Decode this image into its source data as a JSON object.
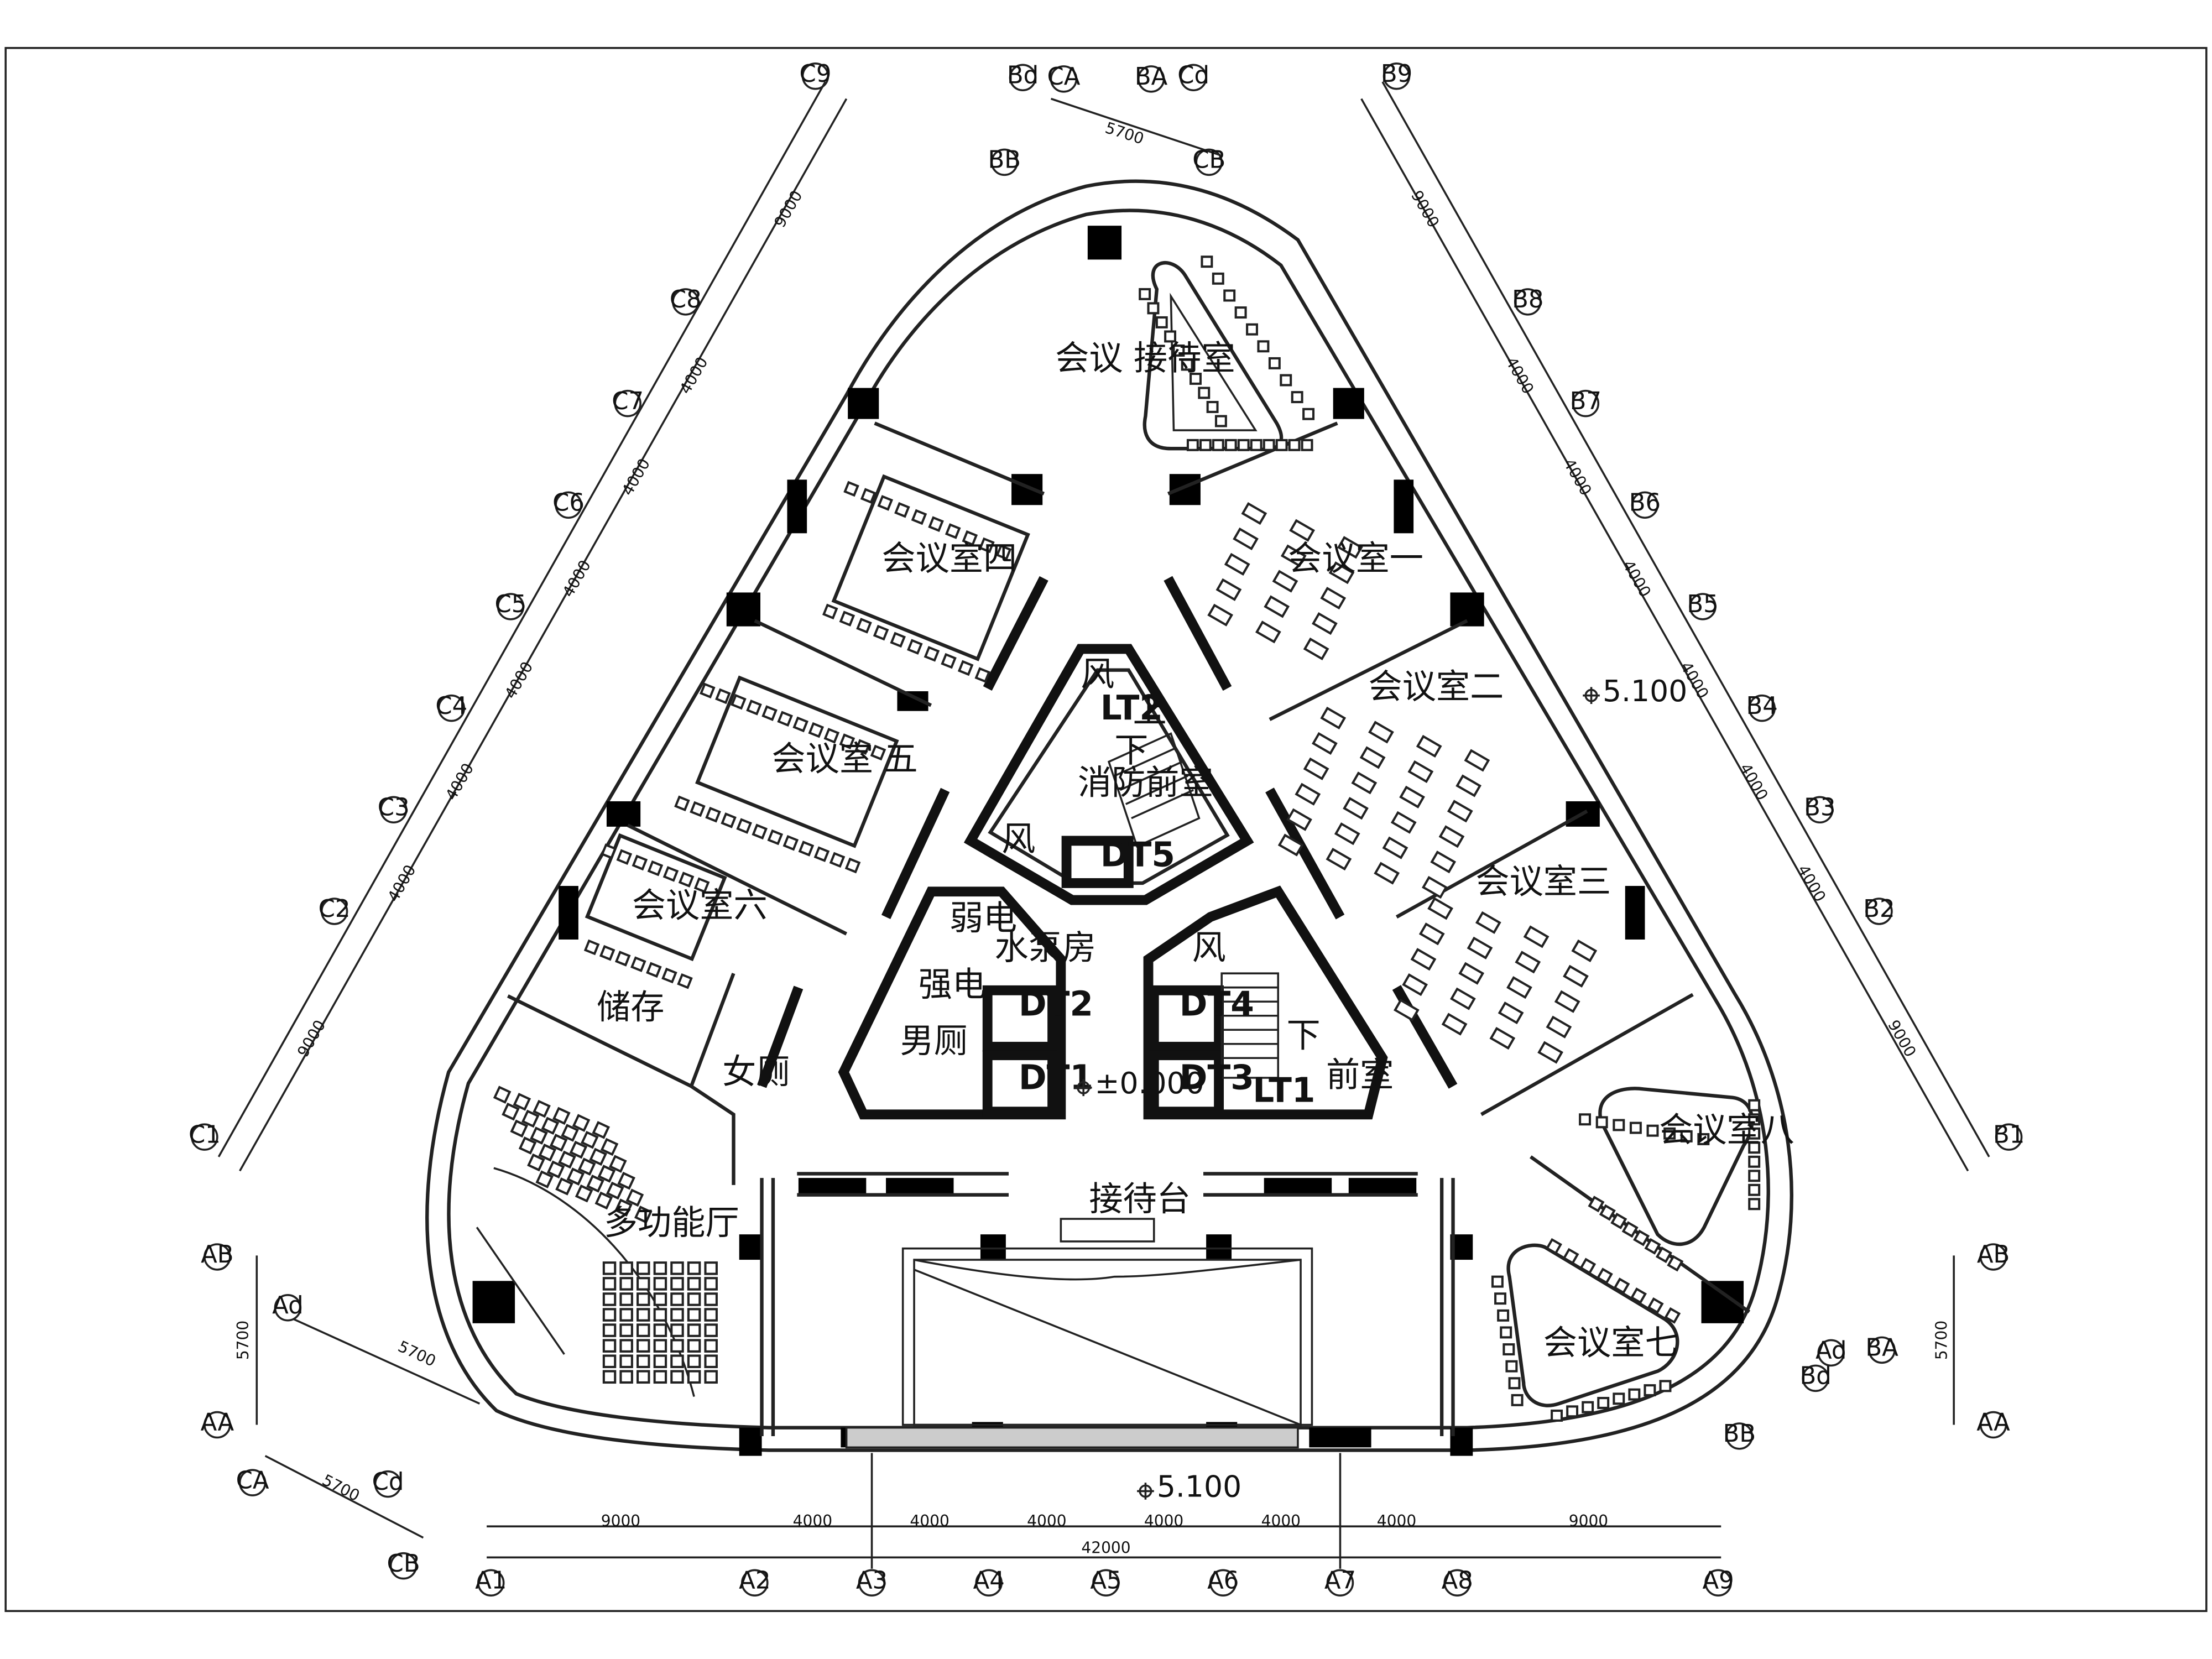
{
  "plan": {
    "rooms": {
      "reception_meeting": "会议 接待室",
      "meeting_1": "会议室一",
      "meeting_2": "会议室二",
      "meeting_3": "会议室三",
      "meeting_4": "会议室四",
      "meeting_5": "会议室 五",
      "meeting_6": "会议室六",
      "meeting_7": "会议室七",
      "meeting_8": "会议室八",
      "storage": "储存",
      "multifunction_hall": "多功能厅",
      "reception_desk": "接待台",
      "fire_lobby": "消防前室",
      "weak_current": "弱电",
      "strong_current": "强电",
      "pump_room": "水泵房",
      "mens_wc": "男厕",
      "womens_wc": "女厕",
      "front_room": "前室",
      "wind_1": "风",
      "wind_2": "风",
      "wind_3": "风",
      "up_1": "上",
      "down_1": "下",
      "down_2": "下"
    },
    "lifts": {
      "lt2": "LT2",
      "lt1": "LT1",
      "dt1": "DT1",
      "dt2": "DT2",
      "dt3": "DT3",
      "dt4": "DT4",
      "dt5": "DT5"
    },
    "elevations": {
      "center": "±0.000",
      "right": "5.100",
      "bottom": "5.100"
    },
    "axes": {
      "bottom": [
        "A1",
        "A2",
        "A3",
        "A4",
        "A5",
        "A6",
        "A7",
        "A8",
        "A9"
      ],
      "left": [
        "C1",
        "C2",
        "C3",
        "C4",
        "C5",
        "C6",
        "C7",
        "C8",
        "C9"
      ],
      "right": [
        "B1",
        "B2",
        "B3",
        "B4",
        "B5",
        "B6",
        "B7",
        "B8",
        "B9"
      ],
      "top": [
        "BB",
        "Bd",
        "CA",
        "BA",
        "Cd",
        "CB"
      ],
      "side_left": [
        "AB",
        "Ad",
        "AA",
        "CA",
        "Cd",
        "CB"
      ],
      "side_right": [
        "AB",
        "AA",
        "Ad",
        "BA",
        "Bd",
        "BB"
      ]
    },
    "dimensions": {
      "bottom": [
        "9000",
        "4000",
        "4000",
        "4000",
        "4000",
        "4000",
        "4000",
        "9000"
      ],
      "bottom_total": "42000",
      "left_chain": [
        "9000",
        "4000",
        "4000",
        "4000",
        "4000",
        "4000",
        "4000",
        "9000"
      ],
      "right_chain": [
        "9000",
        "4000",
        "4000",
        "4000",
        "4000",
        "4000",
        "4000",
        "9000"
      ],
      "top_slope": "5700",
      "left_slope": "5700",
      "bottom_slope": "5700",
      "left_vertical": "5700",
      "right_vertical": "5700"
    }
  }
}
